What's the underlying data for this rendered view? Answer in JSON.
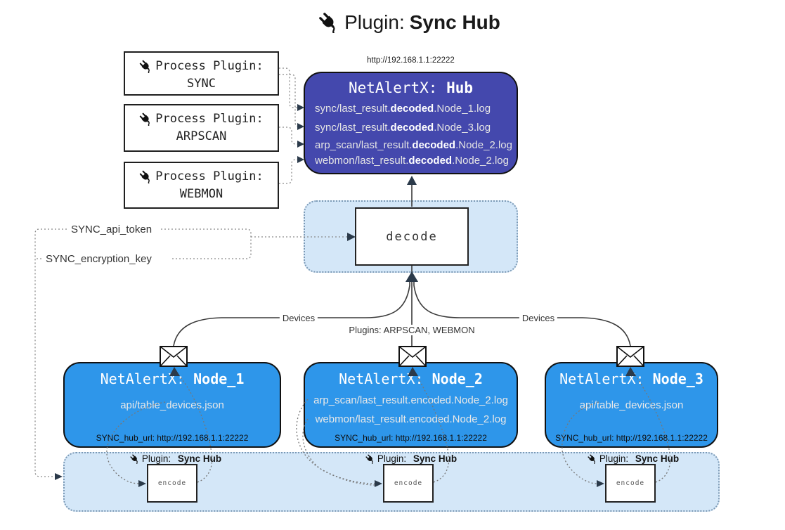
{
  "title": {
    "label": "Plugin:",
    "name": "Sync Hub"
  },
  "hub": {
    "url": "http://192.168.1.1:22222",
    "name_prefix": "NetAlertX:",
    "name": "Hub",
    "logs": [
      {
        "pre": "sync/last_result.",
        "bold": "decoded",
        "post": ".Node_1.log"
      },
      {
        "pre": "sync/last_result.",
        "bold": "decoded",
        "post": ".Node_3.log"
      },
      {
        "pre": "arp_scan/last_result.",
        "bold": "decoded",
        "post": ".Node_2.log"
      },
      {
        "pre": "webmon/last_result.",
        "bold": "decoded",
        "post": ".Node_2.log"
      }
    ]
  },
  "process_plugins": [
    {
      "label": "Process Plugin:",
      "name": "SYNC"
    },
    {
      "label": "Process Plugin:",
      "name": "ARPSCAN"
    },
    {
      "label": "Process Plugin:",
      "name": "WEBMON"
    }
  ],
  "decode_label": "decode",
  "settings": {
    "api_token": "SYNC_api_token",
    "encryption_key": "SYNC_encryption_key"
  },
  "edge_labels": {
    "devices_left": "Devices",
    "plugins_center": "Plugins: ARPSCAN, WEBMON",
    "devices_right": "Devices"
  },
  "nodes": [
    {
      "name_prefix": "NetAlertX:",
      "name": "Node_1",
      "files": [
        "api/table_devices.json"
      ],
      "hub_url": "SYNC_hub_url: http://192.168.1.1:22222"
    },
    {
      "name_prefix": "NetAlertX:",
      "name": "Node_2",
      "files": [
        "arp_scan/last_result.encoded.Node_2.log",
        "webmon/last_result.encoded.Node_2.log"
      ],
      "hub_url": "SYNC_hub_url: http://192.168.1.1:22222"
    },
    {
      "name_prefix": "NetAlertX:",
      "name": "Node_3",
      "files": [
        "api/table_devices.json"
      ],
      "hub_url": "SYNC_hub_url: http://192.168.1.1:22222"
    }
  ],
  "encoders": {
    "plugin_label": "Plugin:",
    "plugin_name": "Sync Hub",
    "encode_label": "encode"
  },
  "colors": {
    "hub_bg": "#4448ad",
    "node_bg": "#2e96ea",
    "band_bg": "#d4e7f8",
    "band_border": "#7b99b5",
    "arrow_dark": "#2b3a4a",
    "wire_solid": "#3a3a3a",
    "wire_dotted": "#8a8a8a"
  }
}
